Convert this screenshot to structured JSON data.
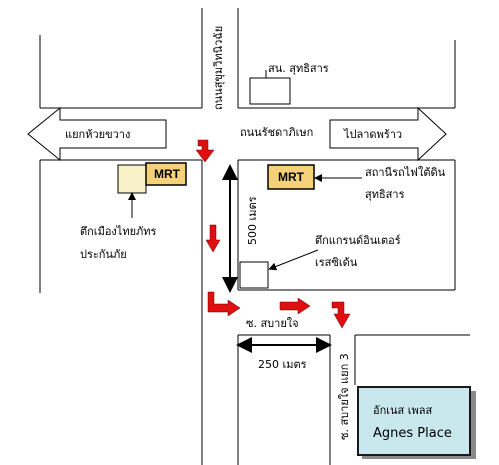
{
  "roads": {
    "vertical_main": "ถนนสุขุมวิทนิวฉัย",
    "horizontal_main": "ถนนรัชดาภิเษก",
    "soi": "ซ. สบายใจ",
    "soi_3": "ซ. สบายใจ แยก 3"
  },
  "directions": {
    "left": "แยกห้วยขวาง",
    "right": "ไปลาดพร้าว"
  },
  "landmarks": {
    "police_station": "สน. สุทธิสาร",
    "mrt_label": "MRT",
    "mrt_station_line1": "สถานีรถไฟใต้ดิน",
    "mrt_station_line2": "สุทธิสาร",
    "thai_insurance_line1": "ตึกเมืองไทยภัทร",
    "thai_insurance_line2": "ประกันภัย",
    "grand_inter_line1": "ตึกแกรนด์อินเตอร์",
    "grand_inter_line2": "เรสซิเด้น"
  },
  "distances": {
    "vertical": "500 เมตร",
    "horizontal": "250 เมตร"
  },
  "destination": {
    "thai": "อักเนส เพลส",
    "english": "Agnes Place"
  },
  "colors": {
    "route_arrow": "#e01010",
    "mrt_fill": "#f5d27a",
    "destination_fill": "#c9e8ee",
    "destination_border": "#1a1a1a"
  }
}
